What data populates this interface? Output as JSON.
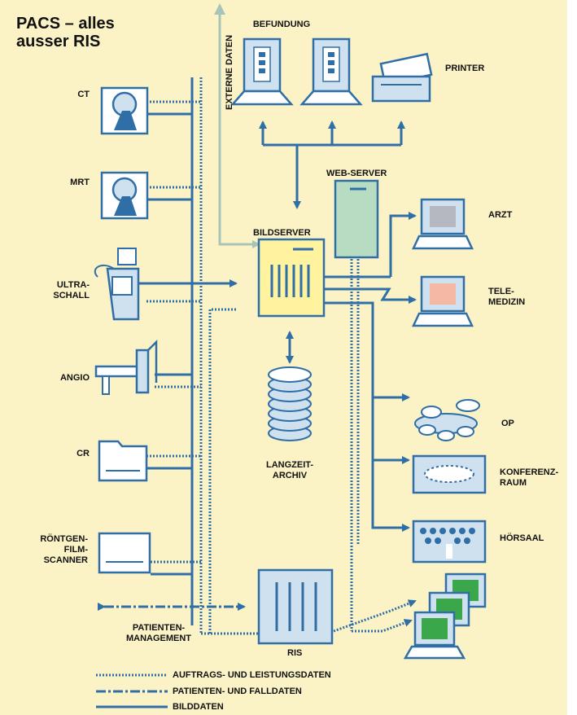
{
  "title": "PACS – alles\nausser RIS",
  "labels": {
    "befundung": "BEFUNDUNG",
    "printer": "PRINTER",
    "externe_daten": "EXTERNE DATEN",
    "web_server": "WEB-SERVER",
    "bildserver": "BILDSERVER",
    "arzt": "ARZT",
    "telemedizin": "TELE-\nMEDIZIN",
    "langzeitarchiv": "LANGZEIT-\nARCHIV",
    "op": "OP",
    "konferenzraum": "KONFERENZ-\nRAUM",
    "hoersaal": "HÖRSAAL",
    "patientenmanagement": "PATIENTEN-\nMANAGEMENT",
    "ris": "RIS"
  },
  "modalities": {
    "ct": "CT",
    "mrt": "MRT",
    "ultraschall": "ULTRA-\nSCHALL",
    "angio": "ANGIO",
    "cr": "CR",
    "scanner": "RÖNTGEN-\nFILM-\nSCANNER"
  },
  "legend": {
    "auftrag": "AUFTRAGS- UND LEISTUNGSDATEN",
    "patient": "PATIENTEN- UND FALLDATEN",
    "bild": "BILDDATEN"
  },
  "colors": {
    "background": "#fbf3c6",
    "line": "#2f6ea6",
    "server_fill": "#fff3a0",
    "webserver_fill": "#b7dcc1",
    "monitor_green": "#3aa84a",
    "monitor_pink": "#f4b9a4"
  }
}
